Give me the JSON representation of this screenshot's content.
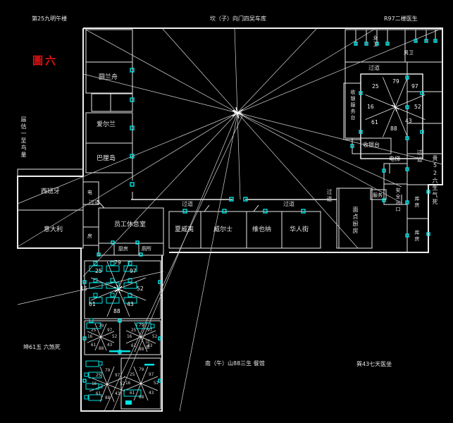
{
  "titles": {
    "top_left": "第25九明午楼",
    "top_center": "坎（子）向门四吴车库",
    "top_right": "R97二楼医生",
    "left_vertical": "届估一至鸟量",
    "right_vertical": "贵52六生气死",
    "bottom_left": "坤61五 六煞死",
    "bottom_center": "南（午）山88三生 餐馆",
    "bottom_right": "巽43七天医坐",
    "figure_tag": "圖六"
  },
  "rooms": {
    "yuanlanzhou": "圆兰舟",
    "aierlan": "爱尔兰",
    "balidao": "巴厘岛",
    "xibanya": "西班牙",
    "yidali": "意大利",
    "dian": "电",
    "fang": "房",
    "staff_lounge": "员工休息室",
    "kitchen": "厨房",
    "toilet": "厕所",
    "xiaweiyi": "夏威夷",
    "weiershi": "威尔士",
    "weiyena": "维也纳",
    "huarenjie": "华人街",
    "pastry_kitchen": "面点厨房",
    "service": "服务",
    "cashier": "收银台",
    "cashier_service": "收银服务台",
    "elevator": "电梯",
    "safety_exit": "安全出口",
    "storage": "库房",
    "female_wc": "女卫",
    "male_wc": "男卫"
  },
  "corridor": "过道",
  "bagua": {
    "nw": "25",
    "n": "79",
    "ne": "97",
    "w": "16",
    "e": "52",
    "sw": "61",
    "s": "88",
    "se": "43"
  },
  "colors": {
    "wall": "#f0f0f0",
    "accent": "#00e5e5",
    "figure_red": "#e01010",
    "background": "#000000"
  }
}
